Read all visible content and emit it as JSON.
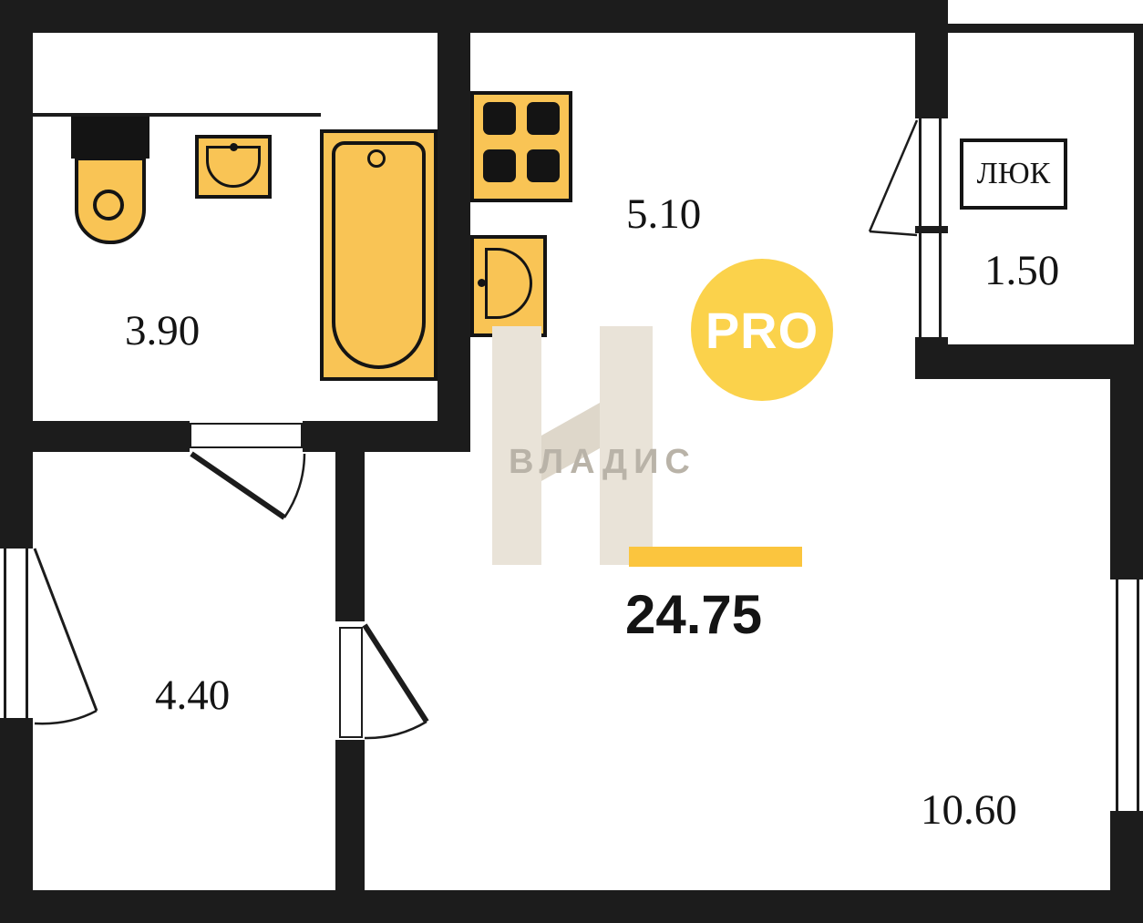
{
  "plan": {
    "total_area": "24.75",
    "hatch_label": "ЛЮК",
    "rooms": [
      {
        "name": "bathroom",
        "area": "3.90"
      },
      {
        "name": "kitchen-living",
        "area": "5.10"
      },
      {
        "name": "balcony",
        "area": "1.50"
      },
      {
        "name": "hallway",
        "area": "4.40"
      },
      {
        "name": "living-room",
        "area": "10.60"
      }
    ]
  },
  "watermark": {
    "brand": "ВЛАДИС",
    "badge": "PRO"
  },
  "colors": {
    "wall": "#1c1c1c",
    "fixture_fill": "#f9c455",
    "fixture_border": "#141414",
    "badge_fill": "#fbd24b",
    "accent_bar": "#fbc53e",
    "watermark_fill": "#e9e3d8",
    "watermark_fill_dark": "#ded7ca",
    "watermark_text": "#b9b3a8"
  }
}
